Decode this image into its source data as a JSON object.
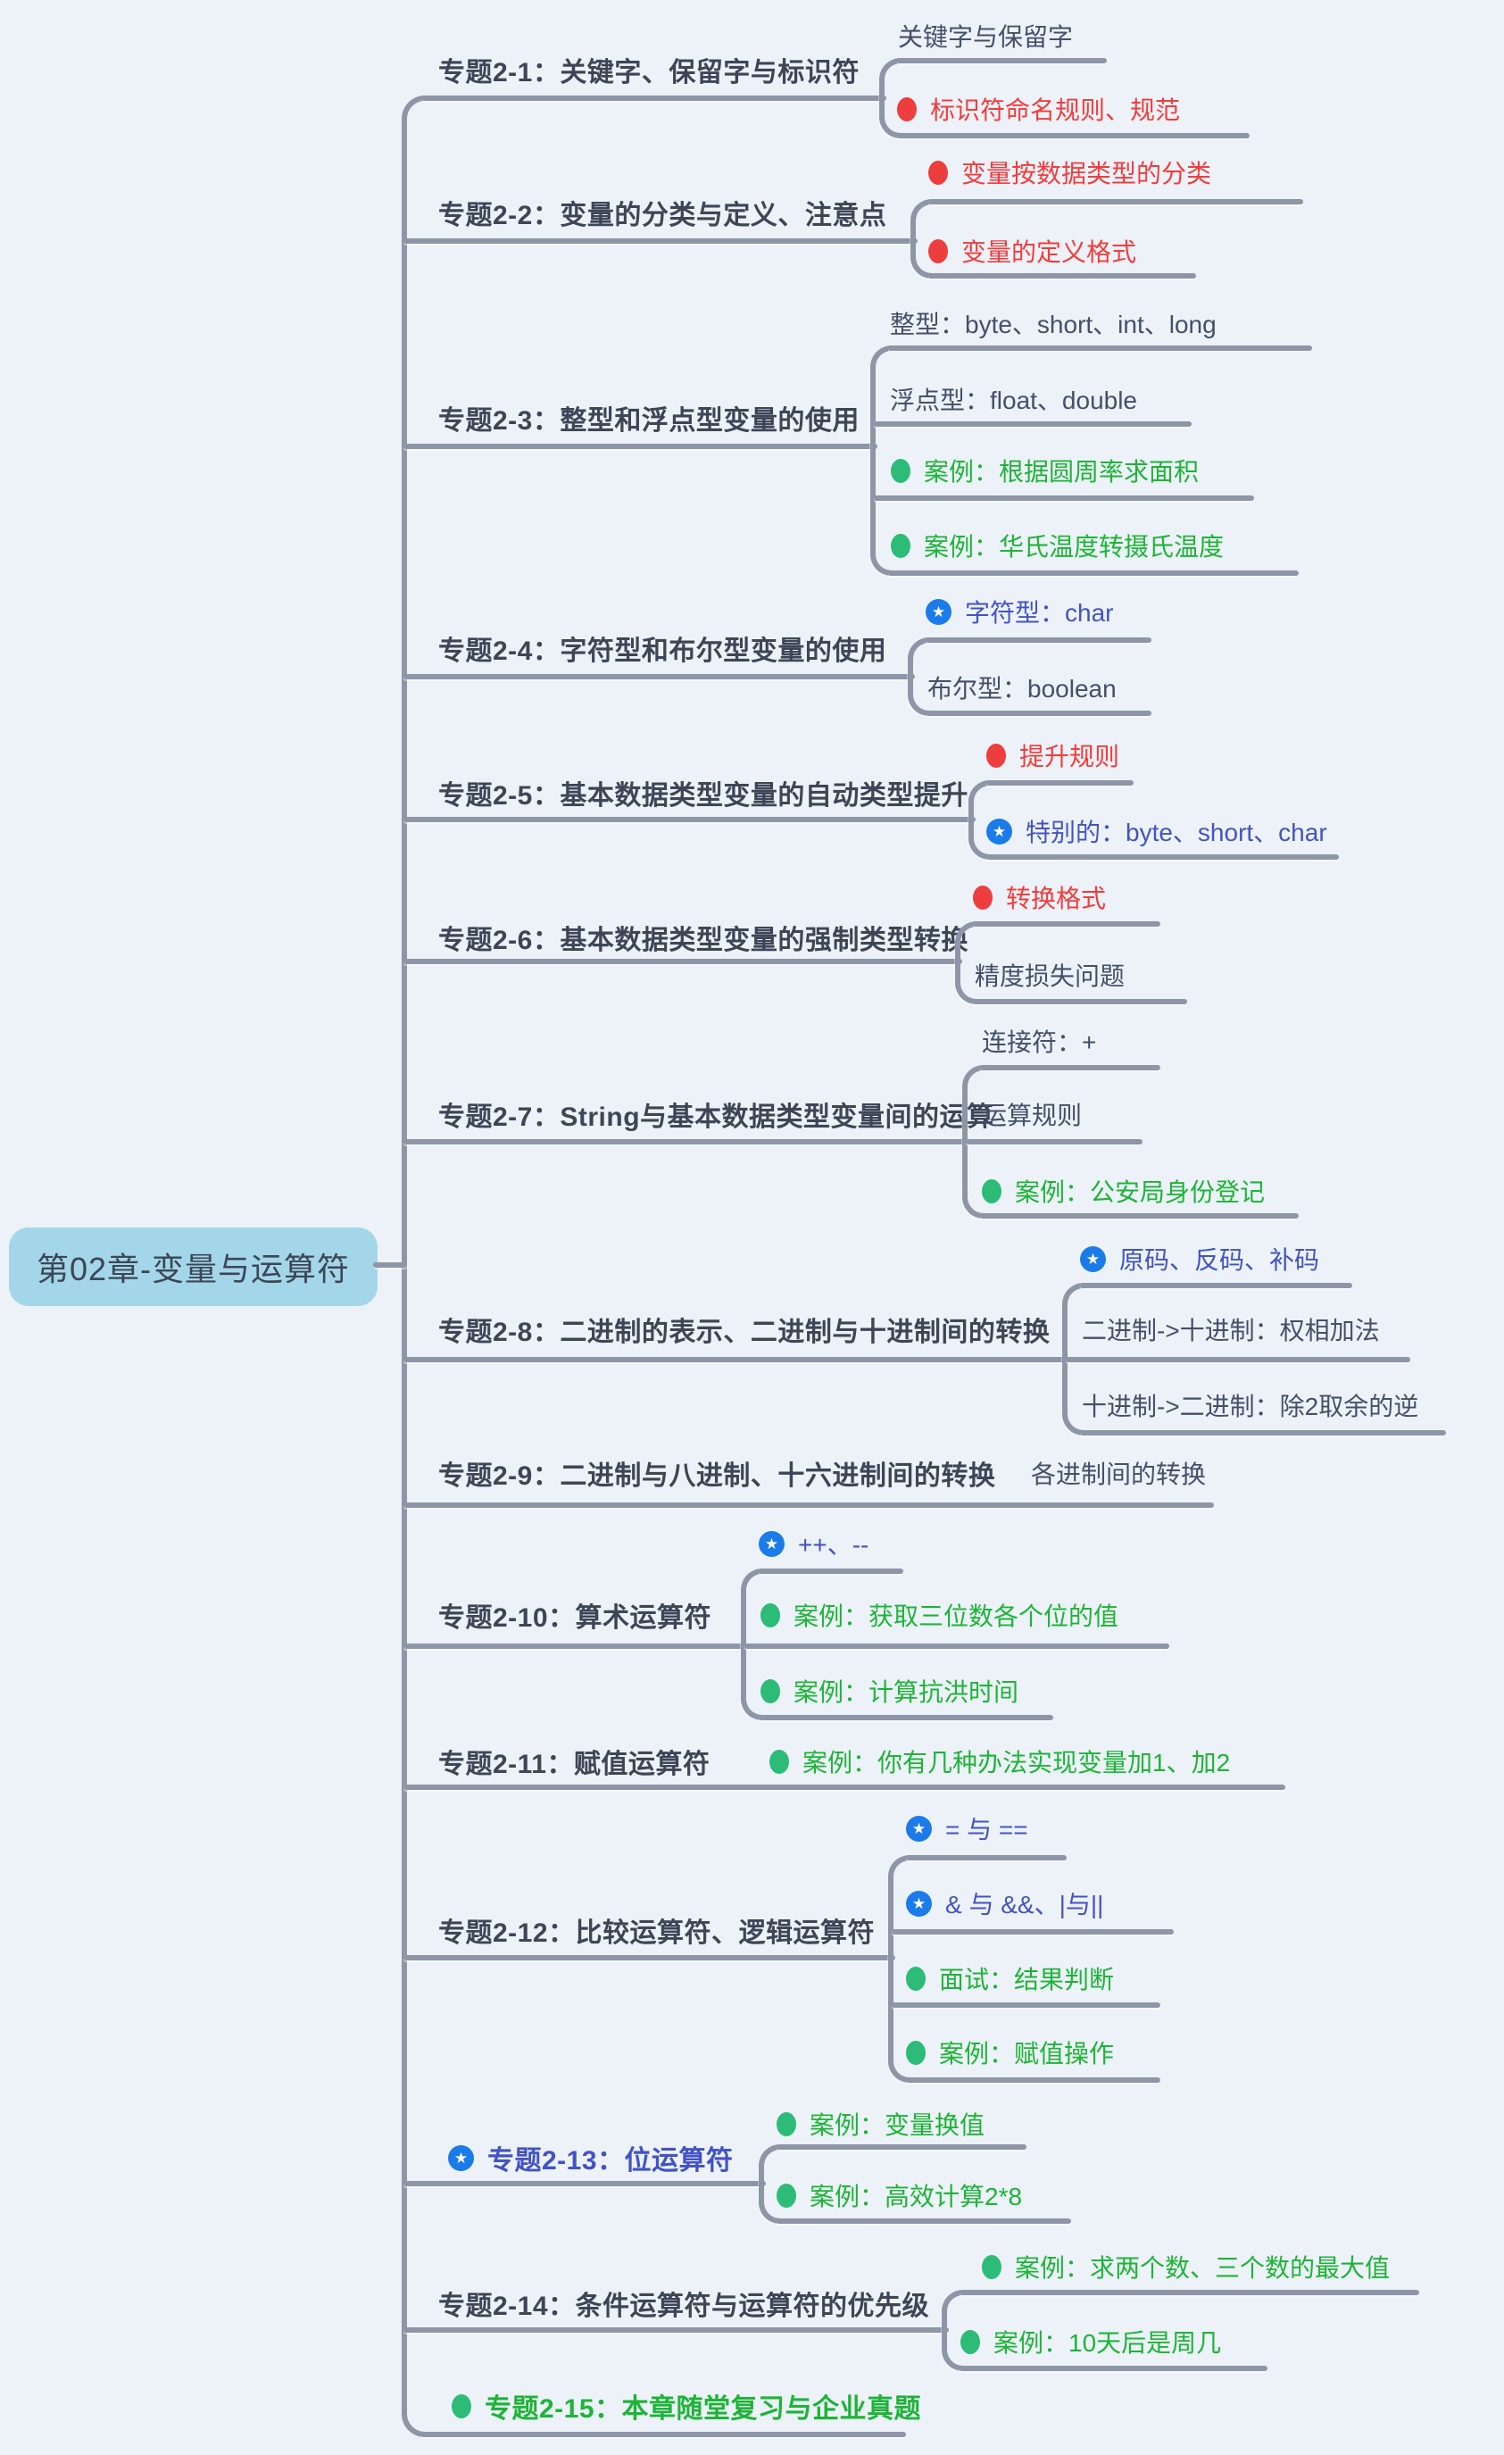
{
  "root_label": "第02章-变量与运算符",
  "palette": {
    "background": "#edf2f8",
    "line": "#8d96a7",
    "root_fill": "#a3d6e9",
    "title_text": "#3d4656",
    "plain_text": "#42506a",
    "red": "#ee3d3d",
    "green_text": "#1db437",
    "green_icon": "#2dbb78",
    "blue_text": "#4253c4",
    "blue_icon": "#1b7ce9"
  },
  "branches": [
    {
      "title": "专题2-1：关键字、保留字与标识符",
      "children": [
        {
          "text": "关键字与保留字",
          "style": "plain"
        },
        {
          "icon": "red-dot-icon",
          "text": "标识符命名规则、规范",
          "style": "red"
        }
      ]
    },
    {
      "title": "专题2-2：变量的分类与定义、注意点",
      "children": [
        {
          "icon": "red-dot-icon",
          "text": "变量按数据类型的分类",
          "style": "red"
        },
        {
          "icon": "red-dot-icon",
          "text": "变量的定义格式",
          "style": "red"
        }
      ]
    },
    {
      "title": "专题2-3：整型和浮点型变量的使用",
      "children": [
        {
          "text": "整型：byte、short、int、long",
          "style": "plain"
        },
        {
          "text": "浮点型：float、double",
          "style": "plain"
        },
        {
          "icon": "green-dot-icon",
          "text": "案例：根据圆周率求面积",
          "style": "green"
        },
        {
          "icon": "green-dot-icon",
          "text": "案例：华氏温度转摄氏温度",
          "style": "green"
        }
      ]
    },
    {
      "title": "专题2-4：字符型和布尔型变量的使用",
      "children": [
        {
          "icon": "blue-star-icon",
          "text": "字符型：char",
          "style": "blue"
        },
        {
          "text": "布尔型：boolean",
          "style": "plain"
        }
      ]
    },
    {
      "title": "专题2-5：基本数据类型变量的自动类型提升",
      "children": [
        {
          "icon": "red-dot-icon",
          "text": "提升规则",
          "style": "red"
        },
        {
          "icon": "blue-star-icon",
          "text": "特别的：byte、short、char",
          "style": "blue"
        }
      ]
    },
    {
      "title": "专题2-6：基本数据类型变量的强制类型转换",
      "children": [
        {
          "icon": "red-dot-icon",
          "text": "转换格式",
          "style": "red"
        },
        {
          "text": "精度损失问题",
          "style": "plain"
        }
      ]
    },
    {
      "title": "专题2-7：String与基本数据类型变量间的运算",
      "children": [
        {
          "text": "连接符：+",
          "style": "plain"
        },
        {
          "text": "运算规则",
          "style": "plain"
        },
        {
          "icon": "green-dot-icon",
          "text": "案例：公安局身份登记",
          "style": "green"
        }
      ]
    },
    {
      "title": "专题2-8：二进制的表示、二进制与十进制间的转换",
      "children": [
        {
          "icon": "blue-star-icon",
          "text": "原码、反码、补码",
          "style": "blue"
        },
        {
          "text": "二进制->十进制：权相加法",
          "style": "plain"
        },
        {
          "text": "十进制->二进制：除2取余的逆",
          "style": "plain"
        }
      ]
    },
    {
      "title": "专题2-9：二进制与八进制、十六进制间的转换",
      "children": [
        {
          "text": "各进制间的转换",
          "style": "plain"
        }
      ]
    },
    {
      "title": "专题2-10：算术运算符",
      "children": [
        {
          "icon": "blue-star-icon",
          "text": "++、--",
          "style": "blue"
        },
        {
          "icon": "green-dot-icon",
          "text": "案例：获取三位数各个位的值",
          "style": "green"
        },
        {
          "icon": "green-dot-icon",
          "text": "案例：计算抗洪时间",
          "style": "green"
        }
      ]
    },
    {
      "title": "专题2-11：赋值运算符",
      "children": [
        {
          "icon": "green-dot-icon",
          "text": "案例：你有几种办法实现变量加1、加2",
          "style": "green"
        }
      ]
    },
    {
      "title": "专题2-12：比较运算符、逻辑运算符",
      "children": [
        {
          "icon": "blue-star-icon",
          "text": "= 与 ==",
          "style": "blue"
        },
        {
          "icon": "blue-star-icon",
          "text": "& 与 &&、|与||",
          "style": "blue"
        },
        {
          "icon": "green-dot-icon",
          "text": "面试：结果判断",
          "style": "green"
        },
        {
          "icon": "green-dot-icon",
          "text": "案例：赋值操作",
          "style": "green"
        }
      ]
    },
    {
      "title": "专题2-13：位运算符",
      "title_icon": "blue-star-icon",
      "title_style": "blue",
      "children": [
        {
          "icon": "green-dot-icon",
          "text": "案例：变量换值",
          "style": "green"
        },
        {
          "icon": "green-dot-icon",
          "text": "案例：高效计算2*8",
          "style": "green"
        }
      ]
    },
    {
      "title": "专题2-14：条件运算符与运算符的优先级",
      "children": [
        {
          "icon": "green-dot-icon",
          "text": "案例：求两个数、三个数的最大值",
          "style": "green"
        },
        {
          "icon": "green-dot-icon",
          "text": "案例：10天后是周几",
          "style": "green"
        }
      ]
    },
    {
      "title": "专题2-15：本章随堂复习与企业真题",
      "title_icon": "green-dot-icon",
      "title_style": "green",
      "children": []
    }
  ]
}
